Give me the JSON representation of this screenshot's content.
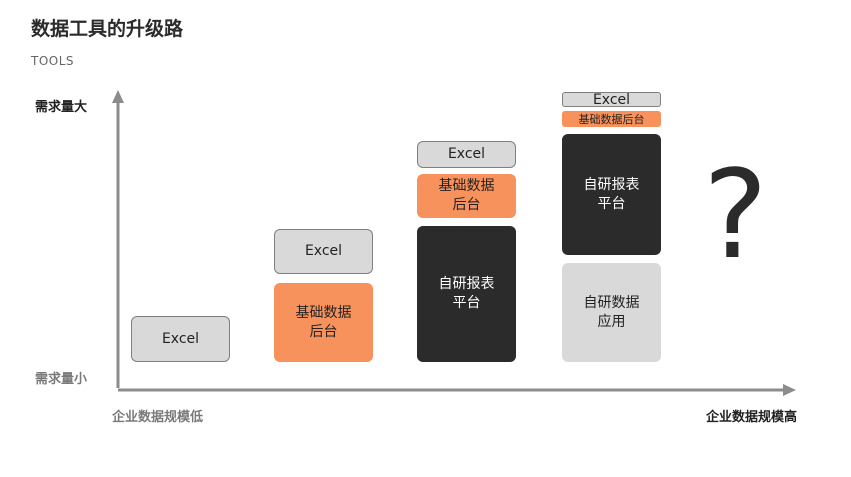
{
  "header": {
    "title": "数据工具的升级路",
    "subtitle": "TOOLS"
  },
  "axes": {
    "y_high": "需求量大",
    "y_low": "需求量小",
    "x_low": "企业数据规模低",
    "x_high": "企业数据规模高"
  },
  "stages": [
    {
      "blocks": [
        {
          "label": "Excel"
        }
      ]
    },
    {
      "blocks": [
        {
          "label": "Excel"
        },
        {
          "label": "基础数据\n后台"
        }
      ]
    },
    {
      "blocks": [
        {
          "label": "Excel"
        },
        {
          "label": "基础数据\n后台"
        },
        {
          "label": "自研报表\n平台"
        }
      ]
    },
    {
      "blocks": [
        {
          "label": "Excel"
        },
        {
          "label": "基础数据后台"
        },
        {
          "label": "自研报表\n平台"
        },
        {
          "label": "自研数据\n应用"
        }
      ]
    }
  ],
  "future": {
    "symbol": "?"
  },
  "colors": {
    "excel": "#d9d9d9",
    "backend": "#f7925d",
    "report": "#2b2b2b",
    "app": "#d9d9d9",
    "axis": "#8c8c8c"
  }
}
